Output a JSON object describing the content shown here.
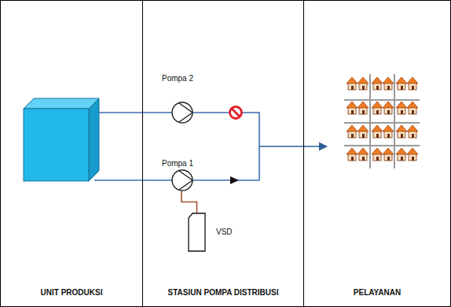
{
  "diagram": {
    "nodes": [
      {
        "text": [
          "UNIT PRODUKSI"
        ]
      },
      {
        "text": [
          "STASIUN POMPA DISTRIBUSI"
        ]
      },
      {
        "text": [
          "PELAYANAN"
        ]
      },
      {
        "text": [
          "Pompa 2"
        ],
        "in": 1
      },
      {
        "text": [
          "Pompa 1"
        ],
        "in": 1
      },
      {
        "text": [
          "VSD"
        ],
        "in": 1
      }
    ],
    "edges": [
      {
        "from": 5,
        "to": 4,
        "arrow": "none"
      }
    ]
  }
}
